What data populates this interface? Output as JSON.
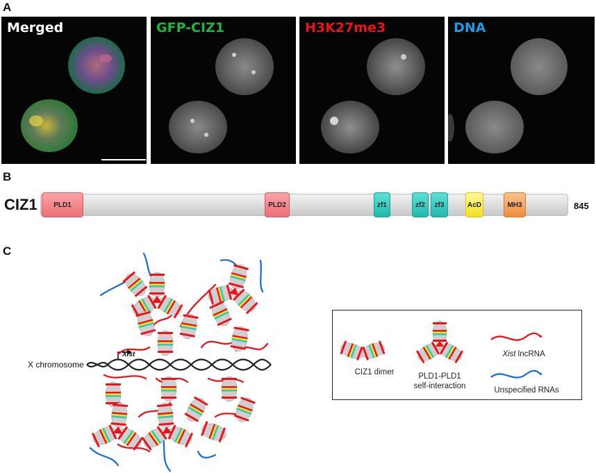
{
  "panel_a": {
    "letter": "A",
    "panels": [
      {
        "label": "Merged",
        "color": "#ffffff"
      },
      {
        "label": "GFP-CIZ1",
        "color": "#22b43a"
      },
      {
        "label": "H3K27me3",
        "color": "#e8141c"
      },
      {
        "label": "DNA",
        "color": "#1e9be6"
      }
    ]
  },
  "panel_b": {
    "letter": "B",
    "protein_name": "CIZ1",
    "length": "845",
    "domains": [
      {
        "label": "PLD1",
        "color": "#f4878c"
      },
      {
        "label": "PLD2",
        "color": "#f4878c"
      },
      {
        "label": "zf1",
        "color": "#28c9bd"
      },
      {
        "label": "zf2",
        "color": "#28c9bd"
      },
      {
        "label": "zf3",
        "color": "#28c9bd"
      },
      {
        "label": "AcD",
        "color": "#fff233"
      },
      {
        "label": "MH3",
        "color": "#f5a45e"
      }
    ]
  },
  "panel_c": {
    "letter": "C",
    "chromosome_label": "X chromosome",
    "gene_label": "Xist",
    "legend": {
      "dimer": "CIZ1 dimer",
      "pld_line1": "PLD1-PLD1",
      "pld_line2": "self-interaction",
      "xist_italic": "Xist",
      "xist_rest": " lncRNA",
      "unspecified": "Unspecified RNAs"
    },
    "colors": {
      "xist_rna": "#e8141c",
      "other_rna": "#1e6fd0",
      "protein": "#cfcfcf"
    }
  }
}
